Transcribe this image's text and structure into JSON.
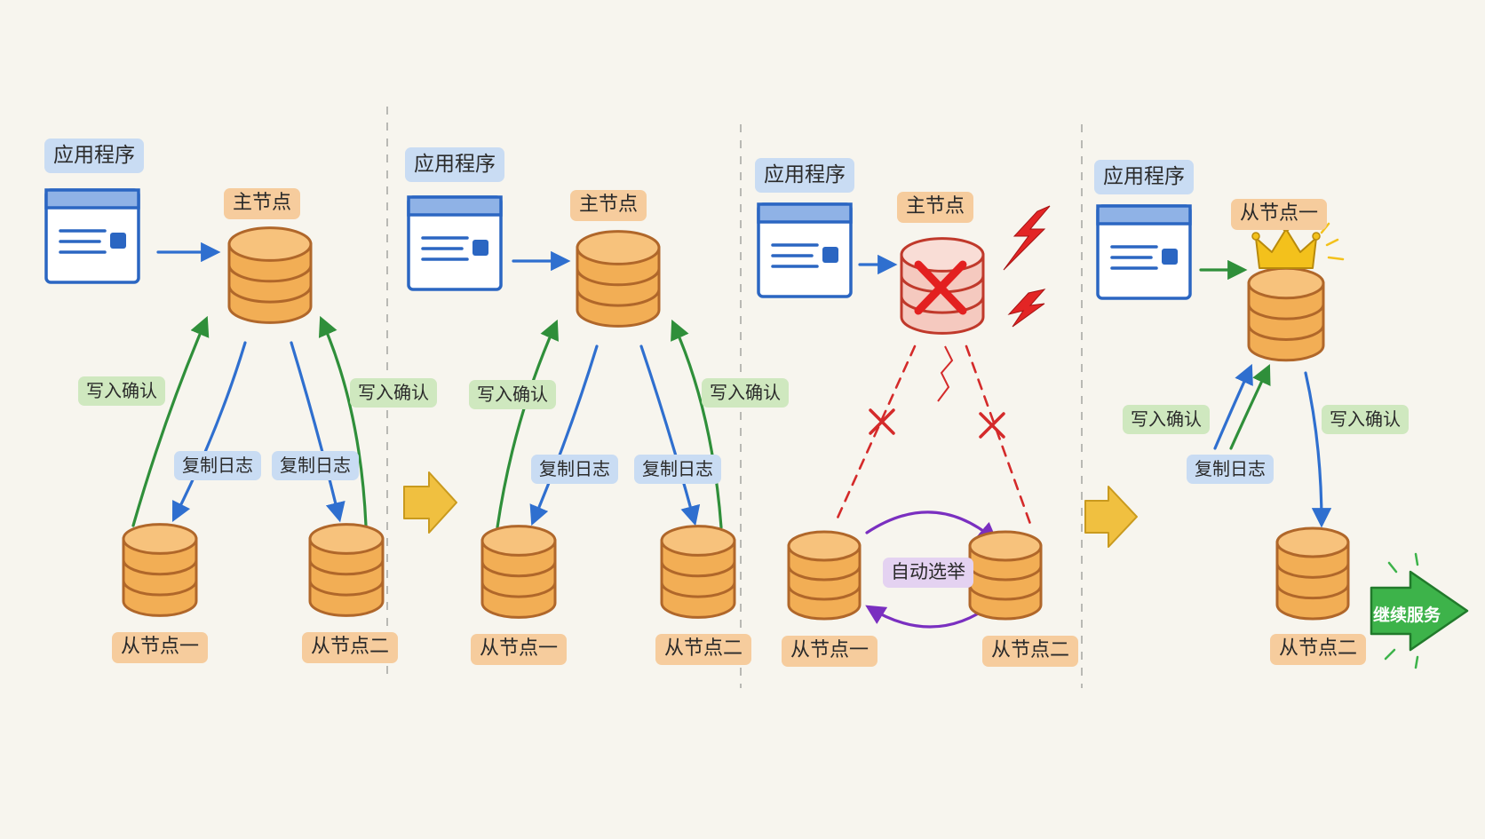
{
  "labels": {
    "app": "应用程序",
    "master": "主节点",
    "slave1": "从节点一",
    "slave2": "从节点二",
    "write_ack": "写入确认",
    "replicate_log": "复制日志",
    "auto_election": "自动选举",
    "continue_service": "继续服务"
  },
  "colors": {
    "background": "#f7f5ee",
    "db_fill": "#f2ae55",
    "db_stroke": "#b0672a",
    "app_blue": "#2b66c2",
    "replicate_arrow": "#2f6fcf",
    "ack_arrow": "#2f8f3a",
    "failure_red": "#d42a2a",
    "election_purple": "#7a2fc0",
    "transition_arrow": "#f0c040",
    "crown": "#f3c11c",
    "serve_green": "#3db34a"
  },
  "icons": {
    "app": "application-window-icon",
    "database": "database-cylinder-icon",
    "failure": "red-x-icon",
    "lightning": "lightning-bolt-icon",
    "crown": "crown-icon",
    "transition": "right-arrow-icon"
  }
}
